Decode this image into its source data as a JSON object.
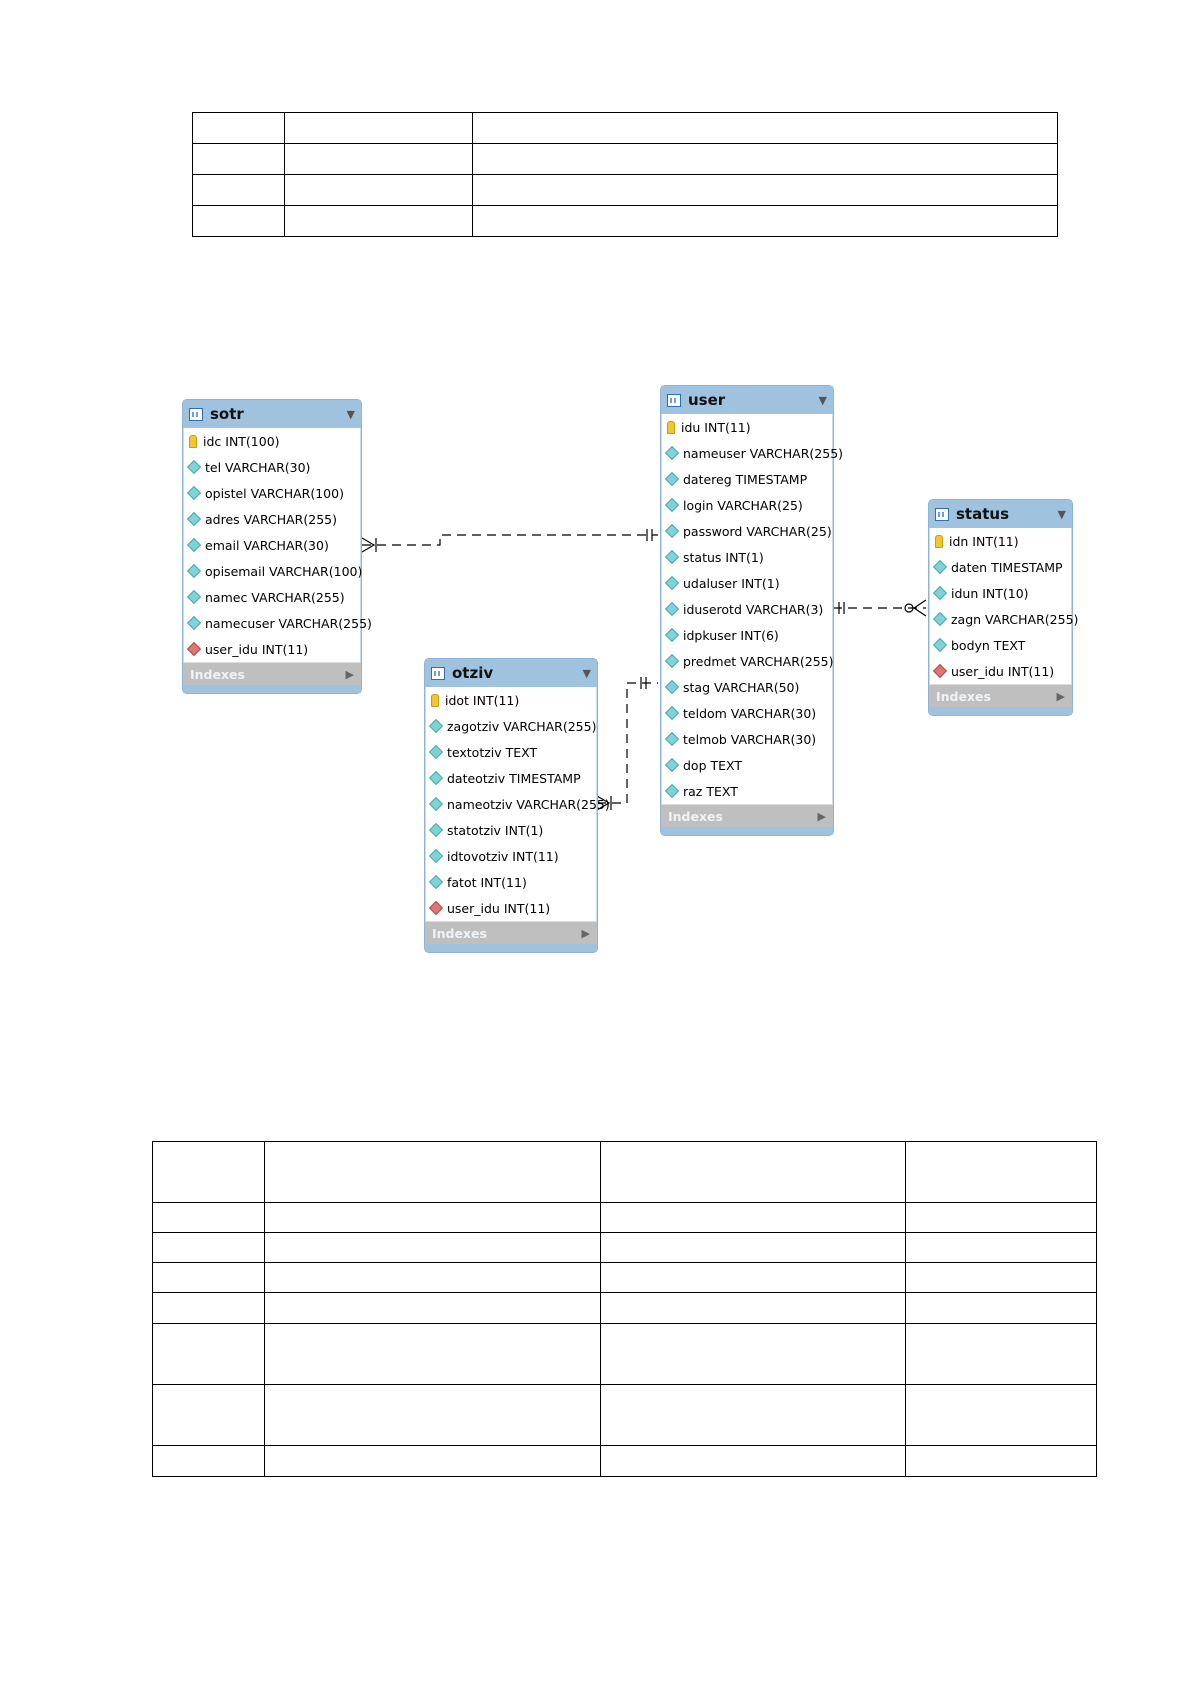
{
  "entities": {
    "sotr": {
      "name": "sotr",
      "fields": [
        {
          "label": "idc INT(100)",
          "kind": "pk-icon"
        },
        {
          "label": "tel VARCHAR(30)",
          "kind": "attribute-icon"
        },
        {
          "label": "opistel VARCHAR(100)",
          "kind": "attribute-icon"
        },
        {
          "label": "adres VARCHAR(255)",
          "kind": "attribute-icon"
        },
        {
          "label": "email VARCHAR(30)",
          "kind": "attribute-icon"
        },
        {
          "label": "opisemail VARCHAR(100)",
          "kind": "attribute-icon"
        },
        {
          "label": "namec VARCHAR(255)",
          "kind": "attribute-icon"
        },
        {
          "label": "namecuser VARCHAR(255)",
          "kind": "attribute-icon"
        },
        {
          "label": "user_idu INT(11)",
          "kind": "fk-icon"
        }
      ],
      "indexes_label": "Indexes"
    },
    "user": {
      "name": "user",
      "fields": [
        {
          "label": "idu INT(11)",
          "kind": "pk-icon"
        },
        {
          "label": "nameuser VARCHAR(255)",
          "kind": "attribute-icon"
        },
        {
          "label": "datereg TIMESTAMP",
          "kind": "attribute-icon"
        },
        {
          "label": "login VARCHAR(25)",
          "kind": "attribute-icon"
        },
        {
          "label": "password VARCHAR(25)",
          "kind": "attribute-icon"
        },
        {
          "label": "status INT(1)",
          "kind": "attribute-icon"
        },
        {
          "label": "udaluser INT(1)",
          "kind": "attribute-icon"
        },
        {
          "label": "iduserotd VARCHAR(3)",
          "kind": "attribute-icon"
        },
        {
          "label": "idpkuser INT(6)",
          "kind": "attribute-icon"
        },
        {
          "label": "predmet VARCHAR(255)",
          "kind": "attribute-icon"
        },
        {
          "label": "stag VARCHAR(50)",
          "kind": "attribute-icon"
        },
        {
          "label": "teldom VARCHAR(30)",
          "kind": "attribute-icon"
        },
        {
          "label": "telmob VARCHAR(30)",
          "kind": "attribute-icon"
        },
        {
          "label": "dop TEXT",
          "kind": "attribute-icon"
        },
        {
          "label": "raz TEXT",
          "kind": "attribute-icon"
        }
      ],
      "indexes_label": "Indexes"
    },
    "status": {
      "name": "status",
      "fields": [
        {
          "label": "idn INT(11)",
          "kind": "pk-icon"
        },
        {
          "label": "daten TIMESTAMP",
          "kind": "attribute-icon"
        },
        {
          "label": "idun INT(10)",
          "kind": "attribute-icon"
        },
        {
          "label": "zagn VARCHAR(255)",
          "kind": "attribute-icon"
        },
        {
          "label": "bodyn TEXT",
          "kind": "attribute-icon"
        },
        {
          "label": "user_idu INT(11)",
          "kind": "fk-icon"
        }
      ],
      "indexes_label": "Indexes"
    },
    "otziv": {
      "name": "otziv",
      "fields": [
        {
          "label": "idot INT(11)",
          "kind": "pk-icon"
        },
        {
          "label": "zagotziv VARCHAR(255)",
          "kind": "attribute-icon"
        },
        {
          "label": "textotziv TEXT",
          "kind": "attribute-icon"
        },
        {
          "label": "dateotziv TIMESTAMP",
          "kind": "attribute-icon"
        },
        {
          "label": "nameotziv VARCHAR(255)",
          "kind": "attribute-icon"
        },
        {
          "label": "statotziv INT(1)",
          "kind": "attribute-icon"
        },
        {
          "label": "idtovotziv INT(11)",
          "kind": "attribute-icon"
        },
        {
          "label": "fatot INT(11)",
          "kind": "attribute-icon"
        },
        {
          "label": "user_idu INT(11)",
          "kind": "fk-icon"
        }
      ],
      "indexes_label": "Indexes"
    }
  },
  "relationships": [
    {
      "from": "sotr",
      "to": "user",
      "from_end": "one-or-many",
      "to_end": "exactly-one",
      "style": "dashed"
    },
    {
      "from": "otziv",
      "to": "user",
      "from_end": "one-or-many",
      "to_end": "exactly-one",
      "style": "dashed"
    },
    {
      "from": "status",
      "to": "user",
      "from_end": "zero-or-many",
      "to_end": "exactly-one",
      "style": "dashed"
    }
  ],
  "colors": {
    "entity_header": "#9fc3df",
    "entity_border": "#8fb4d3",
    "indexes_bar": "#bfbfbf",
    "attribute_icon": "#7fd3d6",
    "fk_icon": "#e07575",
    "pk_icon": "#f2c630",
    "line": "#000000"
  }
}
